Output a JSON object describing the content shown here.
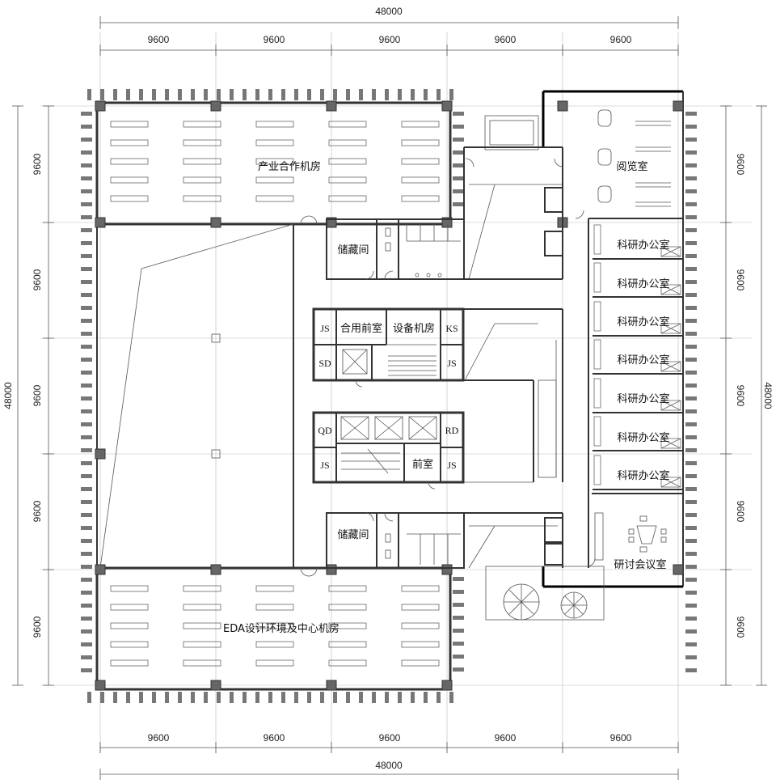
{
  "dimensions": {
    "overall_top": "48000",
    "overall_bottom": "48000",
    "overall_left": "48000",
    "overall_right": "48000",
    "top_spans": [
      "9600",
      "9600",
      "9600",
      "9600",
      "9600"
    ],
    "bottom_spans": [
      "9600",
      "9600",
      "9600",
      "9600",
      "9600"
    ],
    "left_spans": [
      "9600",
      "9600",
      "9600",
      "9600",
      "9600"
    ],
    "right_spans": [
      "9600",
      "9600",
      "9600",
      "9600",
      "9600"
    ]
  },
  "rooms": {
    "industry_machine_room": "产业合作机房",
    "eda_machine_room": "EDA设计环境及中心机房",
    "reading_room": "阅览室",
    "storage_upper": "储藏间",
    "storage_lower": "储藏间",
    "shared_anteroom": "合用前室",
    "equipment_room": "设备机房",
    "anteroom": "前室",
    "research_offices": [
      "科研办公室",
      "科研办公室",
      "科研办公室",
      "科研办公室",
      "科研办公室",
      "科研办公室",
      "科研办公室"
    ],
    "seminar_room": "研讨会议室"
  },
  "tags": {
    "js_1": "JS",
    "ks": "KS",
    "sd": "SD",
    "js_2": "JS",
    "qd": "QD",
    "rd": "RD",
    "js_3": "JS",
    "js_4": "JS"
  }
}
